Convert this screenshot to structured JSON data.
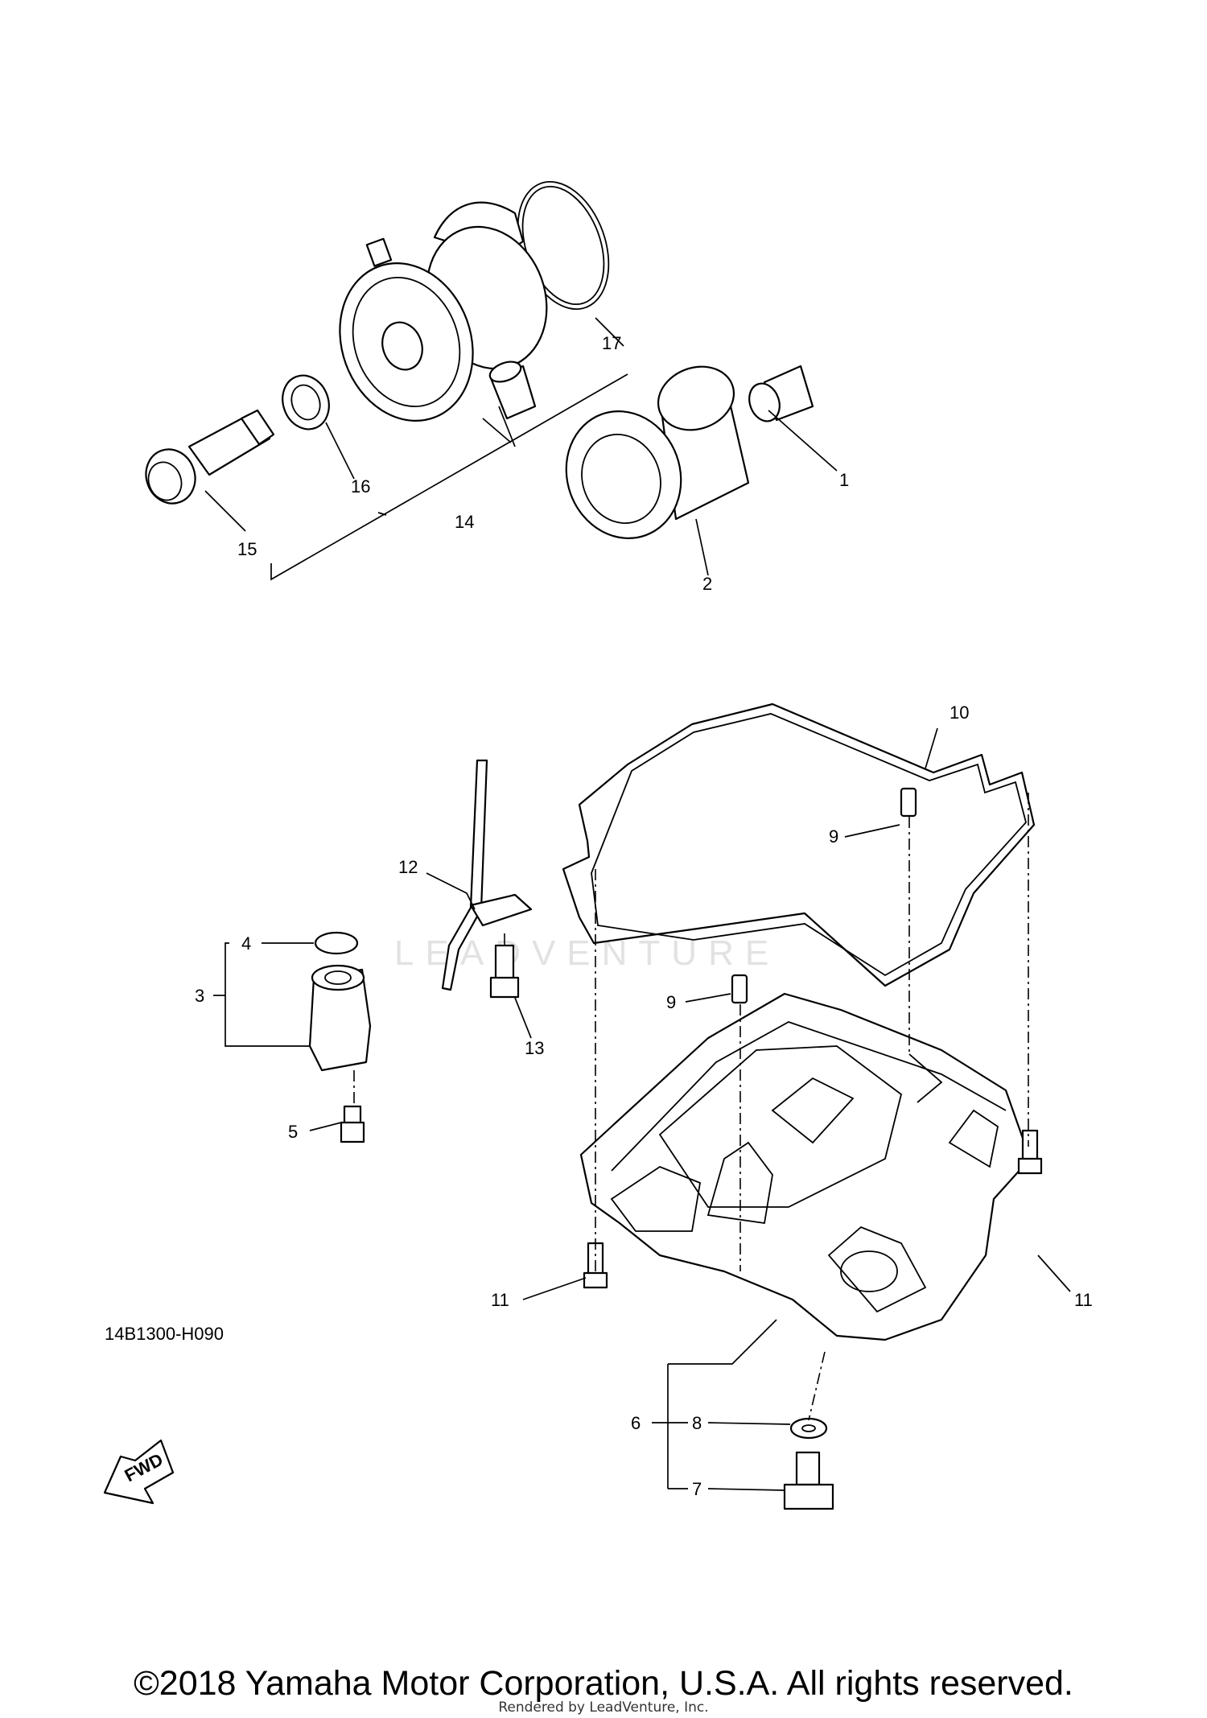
{
  "diagram": {
    "code": "14B1300-H090",
    "watermark_text": "LEADVENTURE",
    "fwd_label": "FWD",
    "callouts": [
      {
        "id": "c1",
        "text": "1"
      },
      {
        "id": "c2",
        "text": "2"
      },
      {
        "id": "c3",
        "text": "3"
      },
      {
        "id": "c4",
        "text": "4"
      },
      {
        "id": "c5",
        "text": "5"
      },
      {
        "id": "c6",
        "text": "6"
      },
      {
        "id": "c7",
        "text": "7"
      },
      {
        "id": "c8",
        "text": "8"
      },
      {
        "id": "c9a",
        "text": "9"
      },
      {
        "id": "c9b",
        "text": "9"
      },
      {
        "id": "c10",
        "text": "10"
      },
      {
        "id": "c11a",
        "text": "11"
      },
      {
        "id": "c11b",
        "text": "11"
      },
      {
        "id": "c12",
        "text": "12"
      },
      {
        "id": "c13",
        "text": "13"
      },
      {
        "id": "c14",
        "text": "14"
      },
      {
        "id": "c15",
        "text": "15"
      },
      {
        "id": "c16",
        "text": "16"
      },
      {
        "id": "c17",
        "text": "17"
      }
    ]
  },
  "footer": {
    "copyright": "©2018 Yamaha Motor Corporation, U.S.A. All rights reserved.",
    "rendered_by": "Rendered by LeadVenture, Inc."
  }
}
